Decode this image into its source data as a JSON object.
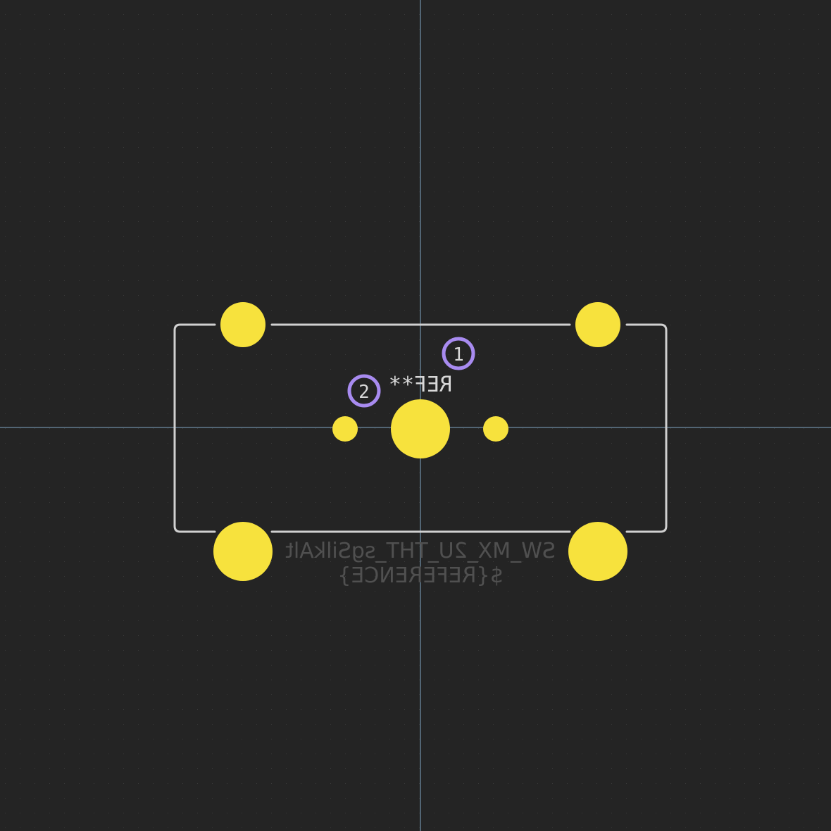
{
  "view": {
    "background_color": "#242424",
    "grid_dot_color": "#3a3a3a",
    "crosshair_color": "#7fa6c4"
  },
  "footprint": {
    "reference_label": "REF**",
    "value_label": "SW_MX_2U_THT_sgSilkAlt",
    "reference_field": "${REFERENCE}",
    "outline_color": "#d0d0d0",
    "pad_color": "#f7e23d",
    "marker_color": "#a88bf0",
    "back_text_color": "#505050",
    "front_text_color": "#d8d8d8"
  },
  "pads": [
    {
      "number": "1"
    },
    {
      "number": "2"
    }
  ]
}
